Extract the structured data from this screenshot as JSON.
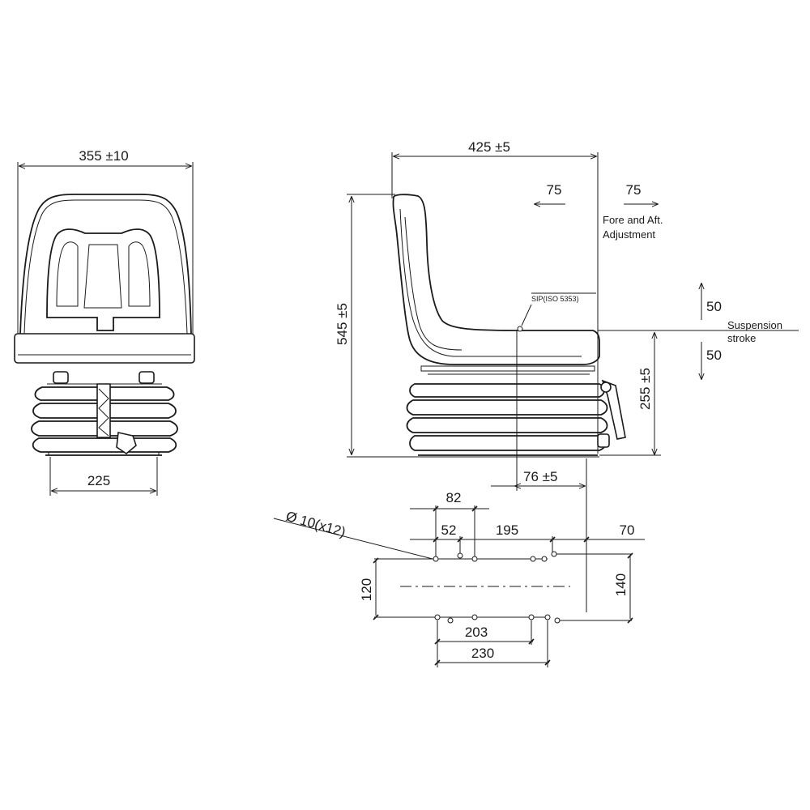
{
  "front_view": {
    "width_dim": "355 ±10",
    "base_dim": "225"
  },
  "side_view": {
    "depth_dim": "425 ±5",
    "height_dim": "545 ±5",
    "fore_left": "75",
    "fore_right": "75",
    "fore_aft_label_1": "Fore and Aft.",
    "fore_aft_label_2": "Adjustment",
    "sip_label": "SIP(ISO 5353)",
    "stroke_up": "50",
    "stroke_down": "50",
    "suspension_label_1": "Suspension",
    "suspension_label_2": "stroke",
    "susp_height_dim": "255 ±5",
    "offset_dim": "76 ±5"
  },
  "mount_plan": {
    "dim_82": "82",
    "hole_note": "Ø 10(x12)",
    "dim_52": "52",
    "dim_195": "195",
    "dim_70": "70",
    "dim_120": "120",
    "dim_140": "140",
    "dim_203": "203",
    "dim_230": "230"
  }
}
